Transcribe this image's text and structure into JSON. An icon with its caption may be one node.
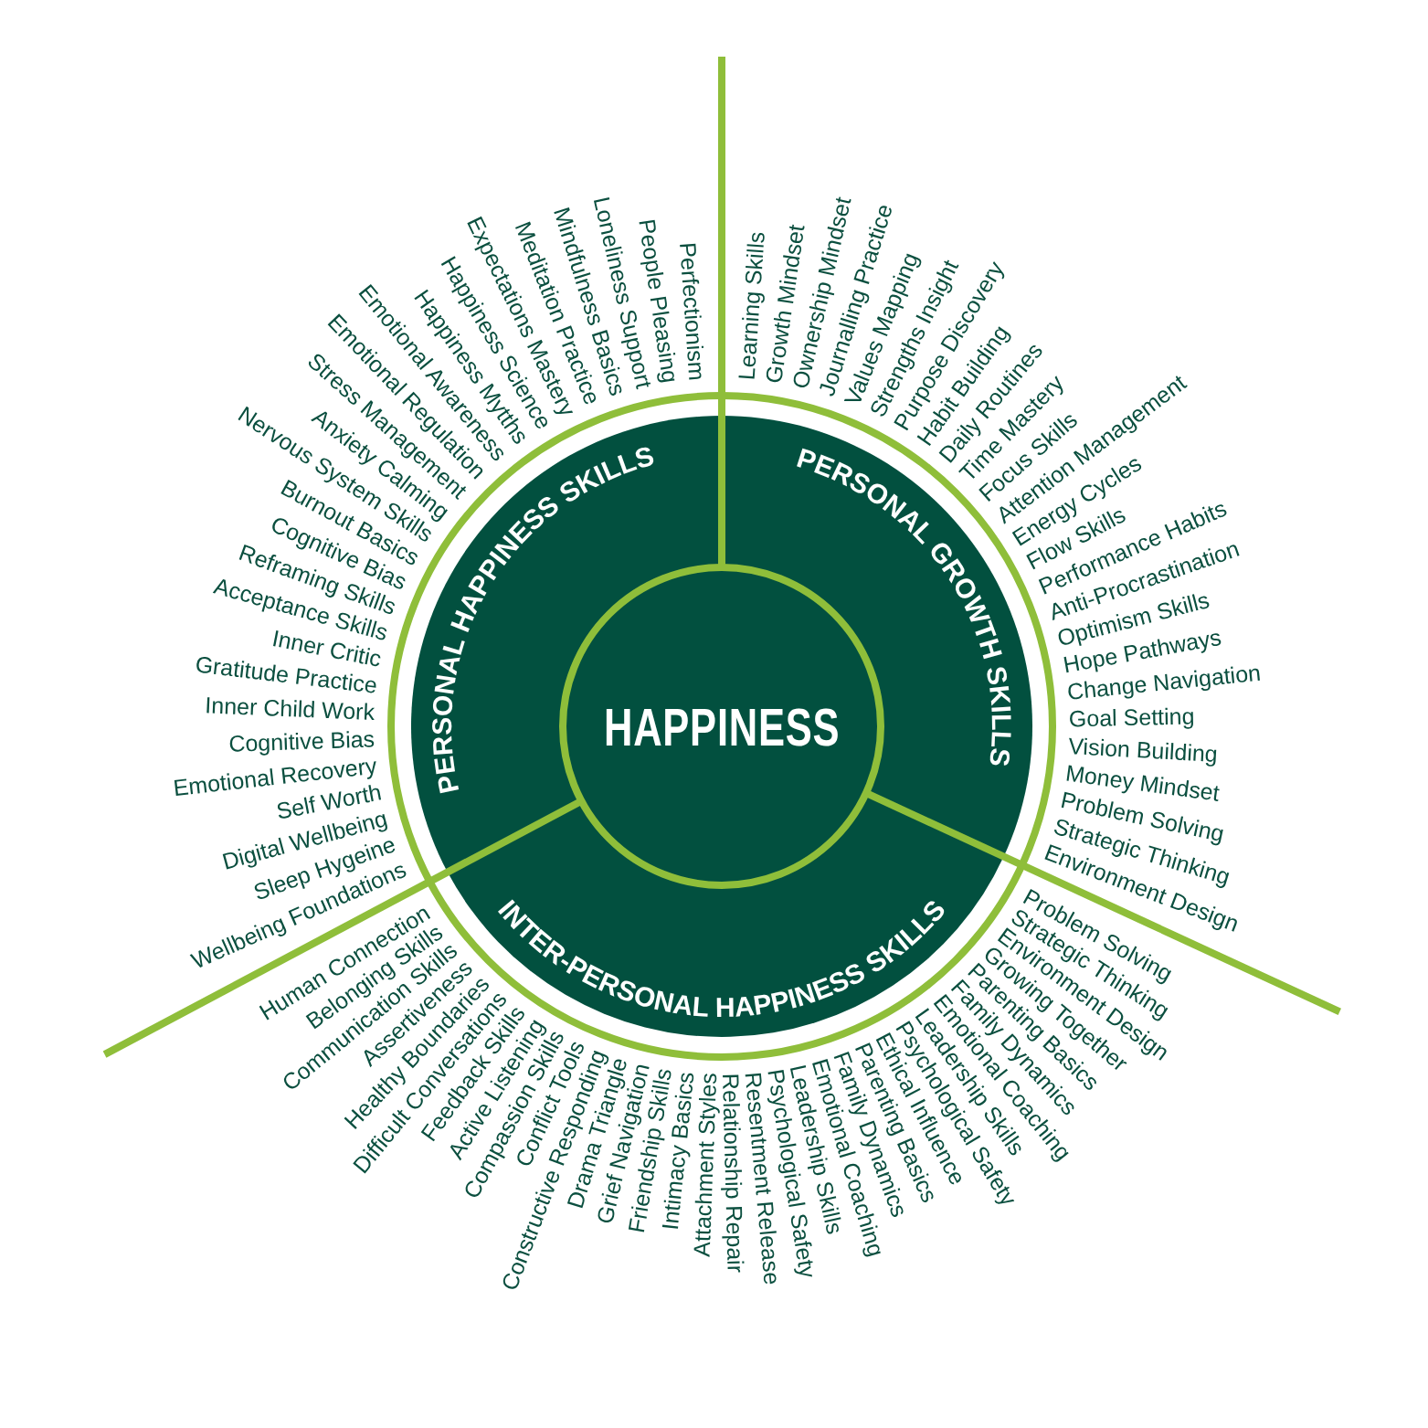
{
  "diagram": {
    "nodes": [
      {
        "text": [
          "PERSONAL HAPPINESS SKILLS"
        ]
      },
      {
        "text": [
          "PERSONAL GROWTH SKILLS"
        ]
      },
      {
        "text": [
          "HAPPINESS"
        ]
      },
      {
        "text": [
          "INTER-PERSONAL HAPPINESS SKILLS"
        ]
      }
    ],
    "labels": [
      "Wellbeing Foundations",
      "Sleep Hygeine",
      "Digital Wellbeing",
      "Self Worth",
      "Emotional Recovery",
      "Cognitive Bias",
      "Inner Child Work",
      "Gratitude Practice",
      "Inner Critic",
      "Acceptance Skills",
      "Reframing Skills",
      "Cognitive Bias",
      "Burnout Basics",
      "Nervous System Skills",
      "Anxiety Calming",
      "Stress Management",
      "Emotional Regulation",
      "Emotional Awareness",
      "Happiness Mytths",
      "Happiness Science",
      "Expectations Mastery",
      "Meditation Practice",
      "Mindfulness Basics",
      "Loneliness Support",
      "People Pleasing",
      "Perfectionism",
      "Learning Skills",
      "Growth Mindset",
      "Ownership Mindset",
      "Journalling Practice",
      "Values Mapping",
      "Strengths Insight",
      "Purpose Discovery",
      "Habit Building",
      "Daily Routines",
      "Time Mastery",
      "Focus Skills",
      "Attention Management",
      "Energy Cycles",
      "Flow Skills",
      "Performance Habits",
      "Anti-Procrastination",
      "Optimism Skills",
      "Hope Pathways",
      "Change Navigation",
      "Goal Setting",
      "Vision Building",
      "Money Mindset",
      "Problem Solving",
      "Strategic Thinking",
      "Environment Design",
      "Human Connection",
      "Belonging Skills",
      "Communication Skills",
      "Assertiveness",
      "Healthy Boundaries",
      "Difficult Conversations",
      "Feedback Skills",
      "Active Listening",
      "Compassion Skills",
      "Conflict Tools",
      "Constructive Responding",
      "Drama Triangle",
      "Grief Navigation",
      "Friendship Skills",
      "Intimacy Basics",
      "Attachment Styles",
      "Relationship Repair",
      "Resentment Release",
      "Psychological Safety",
      "Leadership Skills",
      "Emotional Coaching",
      "Family Dynamics",
      "Parenting Basics",
      "Ethical Influence",
      "Psychological Safety",
      "Leadership Skills",
      "Emotional Coaching",
      "Family Dynamics",
      "Parenting Basics",
      "Growing Together",
      "Environment Design",
      "Strategic Thinking",
      "Problem Solving"
    ]
  }
}
